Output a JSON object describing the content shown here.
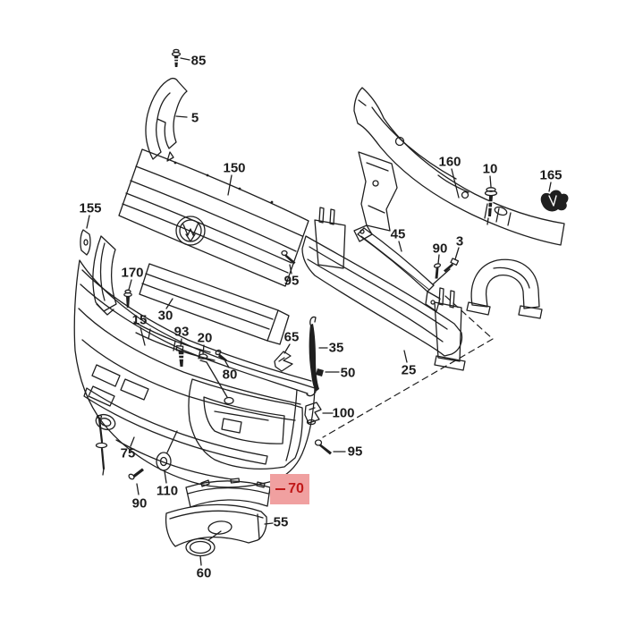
{
  "diagram": {
    "type": "exploded-parts-diagram",
    "subject": "front bumper assembly",
    "line_color": "#1f1f1f",
    "background_color": "#ffffff",
    "highlight": {
      "box_color": "#f0a0a0",
      "text_color": "#c01818",
      "highlighted_part": "70"
    },
    "labels": {
      "n85": "85",
      "n5": "5",
      "n150": "150",
      "n155": "155",
      "n160": "160",
      "n10": "10",
      "n165": "165",
      "n170": "170",
      "n15": "15",
      "n30": "30",
      "n93": "93",
      "n20": "20",
      "n80": "80",
      "n95_left": "95",
      "n45": "45",
      "n90_right": "90",
      "n3": "3",
      "n65": "65",
      "n35": "35",
      "n50": "50",
      "n25": "25",
      "n100": "100",
      "n95_bottom": "95",
      "n75": "75",
      "n110": "110",
      "n90_bottom": "90",
      "n70": "70",
      "n55": "55",
      "n60": "60"
    }
  }
}
